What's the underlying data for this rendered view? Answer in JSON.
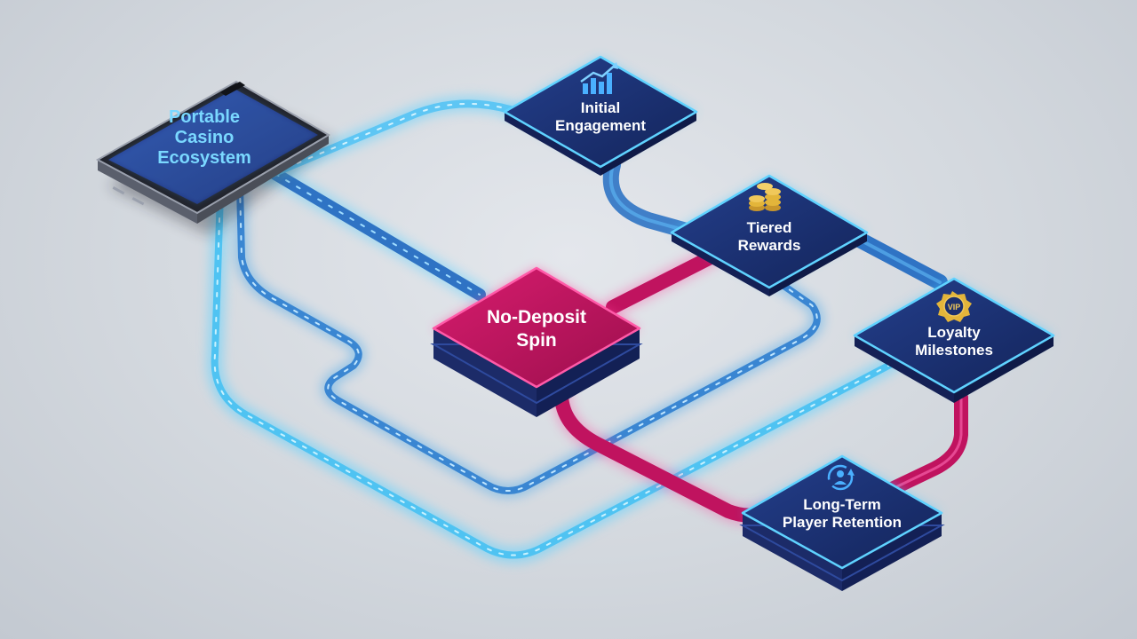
{
  "diagram": {
    "phone_label": [
      "Portable",
      "Casino",
      "Ecosystem"
    ],
    "nodes": {
      "initial_engagement": [
        "Initial",
        "Engagement"
      ],
      "tiered_rewards": [
        "Tiered",
        "Rewards"
      ],
      "no_deposit_spin": [
        "No-Deposit",
        "Spin"
      ],
      "loyalty_milestones": [
        "Loyalty",
        "Milestones"
      ],
      "long_term_retention": [
        "Long-Term",
        "Player Retention"
      ]
    },
    "icons": {
      "initial_engagement": "growth-chart-icon",
      "tiered_rewards": "coin-stack-icon",
      "loyalty_milestones": "vip-badge-icon",
      "long_term_retention": "user-cycle-icon"
    },
    "vip_badge_text": "VIP",
    "colors": {
      "node_blue": "#1b2f6e",
      "node_glow": "#43c8ff",
      "node_pink": "#c0155f",
      "pink_glow": "#ff3c9a",
      "path_blue": "#2f73c4",
      "path_cyan": "#5fd2ff",
      "path_pink": "#c0135f",
      "gold": "#e3b53a"
    }
  }
}
